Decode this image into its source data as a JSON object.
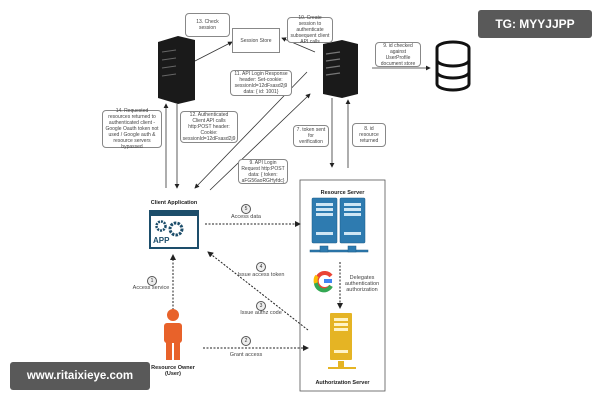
{
  "watermarks": {
    "top_right": "TG: MYYJJPP",
    "bottom_left": "www.ritaixieye.com"
  },
  "nodes": {
    "session_store": "Session Store",
    "client_application": "Client Application",
    "app_icon_text": "APP",
    "resource_server": "Resource Server",
    "authorization_server": "Authorization Server",
    "resource_owner": "Resource Owner (User)",
    "delegates": "Delegates authentication authorization"
  },
  "notes": {
    "n13": "13. Check session",
    "n10": "10. Create session to authenticate subsequent client API calls",
    "n9db": "9. id checked against UserProfile document store",
    "n11": "11. API Login Response header: Set-cookie: sessionId=12dFsasd2j9 data: { id: 1001}",
    "n12": "12. Authenticated Client API calls http:POST header: Cookie: sessionId=12dFsasd2j9",
    "n14": "14. Requested resources returned to authenticated client - Google Oauth token not used / Google auth & resource servers bypassed",
    "n9req": "9. API Login Request http:POST data: { token: aFG56aoRGHyfdc}",
    "n7": "7. token sent for verification",
    "n8": "8. id resource returned"
  },
  "steps": [
    {
      "num": "1",
      "label": "Access service"
    },
    {
      "num": "2",
      "label": "Grant access"
    },
    {
      "num": "3",
      "label": "Issue authz code"
    },
    {
      "num": "4",
      "label": "Issue access token"
    },
    {
      "num": "5",
      "label": "Access data"
    }
  ],
  "colors": {
    "server_blue": "#2e7bb0",
    "server_yellow": "#e5b424",
    "app_navy": "#1d4e6b",
    "person_orange": "#e8622a"
  }
}
